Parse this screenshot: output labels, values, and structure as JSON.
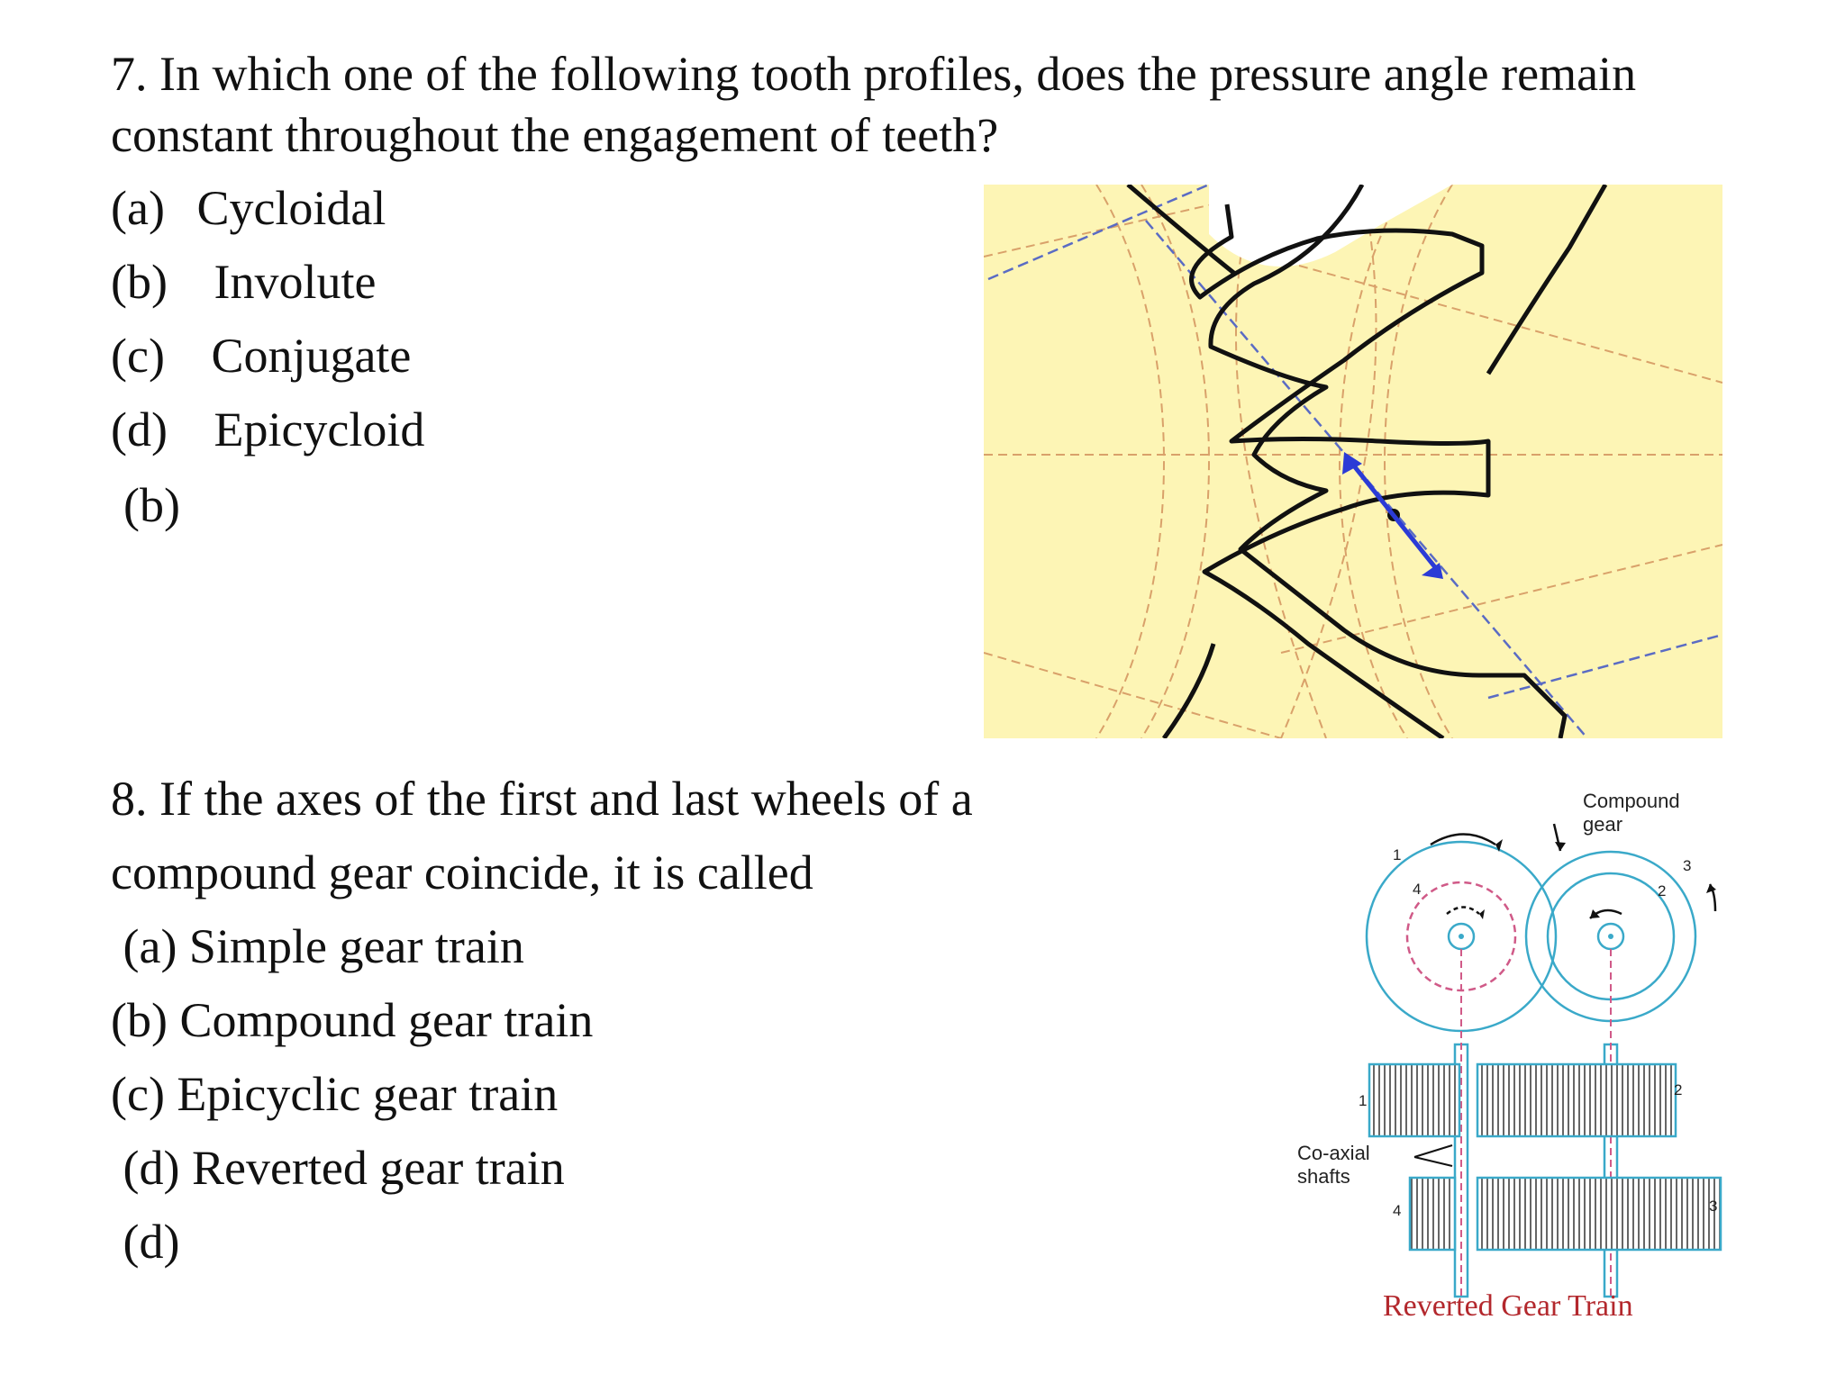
{
  "q7": {
    "question_line1": "7. In which one of the following tooth profiles, does the pressure angle remain",
    "question_line2": "constant  throughout the engagement of teeth?",
    "options": [
      {
        "key": "(a)",
        "text": "Cycloidal"
      },
      {
        "key": "(b)",
        "text": "Involute"
      },
      {
        "key": "(c)",
        "text": "Conjugate"
      },
      {
        "key": "(d)",
        "text": "Epicycloid"
      }
    ],
    "answer": "(b)"
  },
  "q8": {
    "question_line1": "8. If the axes of the first and last wheels of a",
    "question_line2": "compound gear coincide, it is called",
    "options": [
      " (a) Simple gear train",
      "(b) Compound gear train",
      "(c) Epicyclic gear train",
      " (d) Reverted gear train"
    ],
    "answer": " (d)"
  },
  "figure2": {
    "compound_label_1": "Compound",
    "compound_label_2": "gear",
    "coaxial_label_1": "Co-axial",
    "coaxial_label_2": "shafts",
    "caption": "Reverted Gear Train",
    "num_1": "1",
    "num_2": "2",
    "num_3": "3",
    "num_4": "4",
    "caption_color": "#b3282d",
    "line_color": "#3aa9c9"
  }
}
